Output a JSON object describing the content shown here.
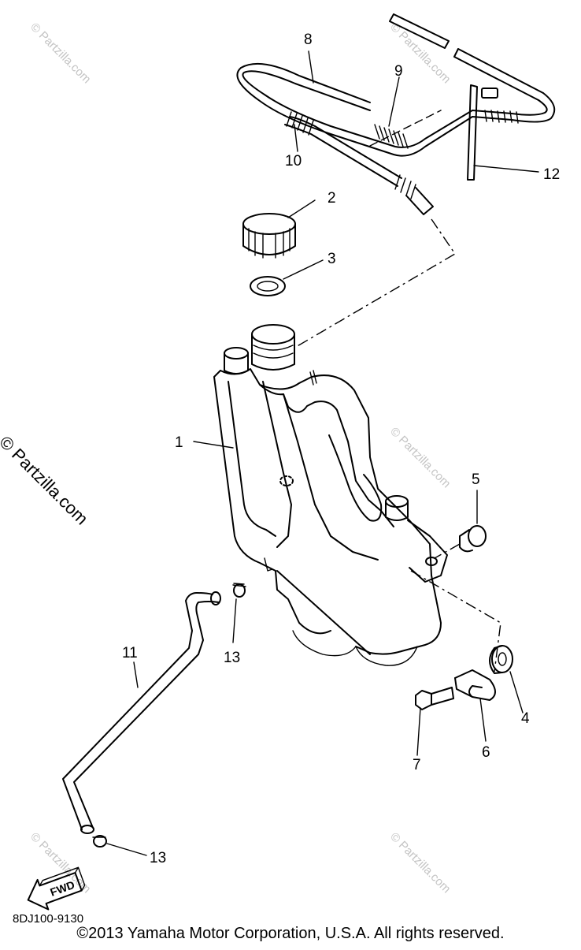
{
  "callouts": [
    "1",
    "2",
    "3",
    "4",
    "5",
    "6",
    "7",
    "8",
    "9",
    "10",
    "11",
    "12",
    "13",
    "13"
  ],
  "watermark": "© Partzilla.com",
  "arrow_label": "FWD",
  "diagram_code": "8DJ100-9130",
  "copyright": "©2013 Yamaha Motor Corporation, U.S.A. All rights reserved."
}
